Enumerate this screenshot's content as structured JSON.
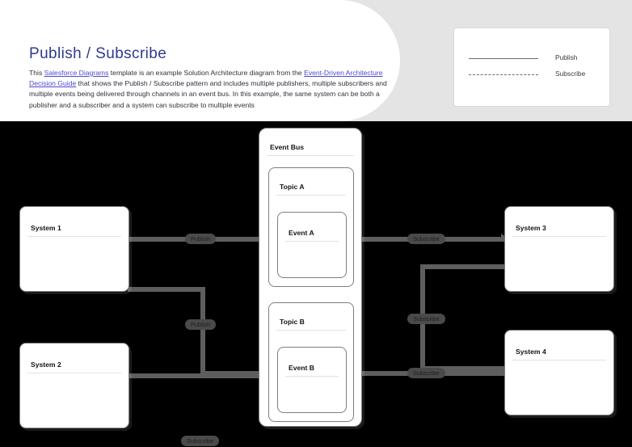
{
  "header": {
    "title": "Publish / Subscribe",
    "description_parts": {
      "p1": "This ",
      "link1": "Salesforce Diagrams",
      "p2": " template is an example Solution Architecture diagram from the ",
      "link2": "Event-Driven Architecture Decision Guide",
      "p3": " that shows the Publish / Subscribe pattern and includes multiple publishers, multiple subscribers and multiple events being delivered through channels in an event bus. In this example, the same system can be both a publisher and a subscriber and a system can subscribe to multiple events"
    }
  },
  "legend": {
    "items": [
      {
        "label": "Publish",
        "style": "solid"
      },
      {
        "label": "Subscribe",
        "style": "dashed"
      }
    ]
  },
  "diagram": {
    "event_bus": {
      "title": "Event Bus"
    },
    "topics": [
      {
        "title": "Topic A",
        "event": {
          "title": "Event A"
        }
      },
      {
        "title": "Topic B",
        "event": {
          "title": "Event B"
        }
      }
    ],
    "systems": [
      {
        "id": "system-1",
        "title": "System 1"
      },
      {
        "id": "system-2",
        "title": "System 2"
      },
      {
        "id": "system-3",
        "title": "System 3"
      },
      {
        "id": "system-4",
        "title": "System 4"
      }
    ],
    "connectors": [
      {
        "id": "c1",
        "label": "Publish",
        "from": "System 1",
        "to": "Event A"
      },
      {
        "id": "c2",
        "label": "Subscribe",
        "from": "System 1",
        "to": "Event B"
      },
      {
        "id": "c3",
        "label": "Publish",
        "from": "System 2",
        "to": "Event B"
      },
      {
        "id": "c4",
        "label": "Subscribe",
        "from": "Event A",
        "to": "System 3"
      },
      {
        "id": "c5",
        "label": "Subscribe",
        "from": "Event A",
        "to": "System 4"
      },
      {
        "id": "c6",
        "label": "Subscribe",
        "from": "Event B",
        "to": "System 4"
      }
    ]
  },
  "colors": {
    "accent": "#2f3a8f",
    "link": "#4b4bd0",
    "connector": "#5e5e5e",
    "canvas": "#000000",
    "header_band": "#e4e4e4"
  }
}
